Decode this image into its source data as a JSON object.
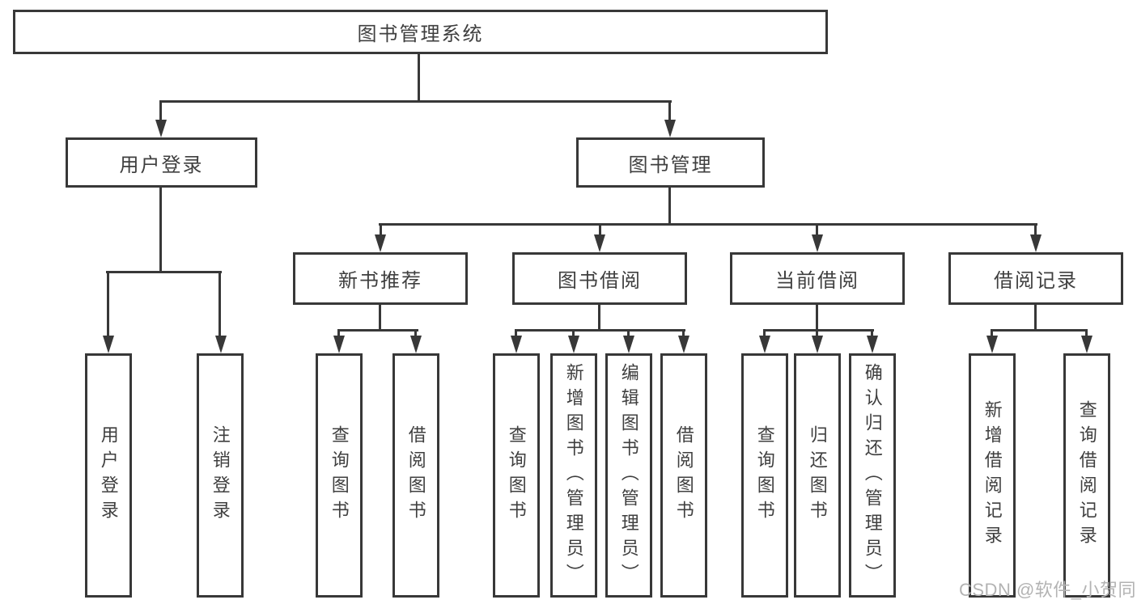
{
  "nodes": {
    "root": {
      "label": "图书管理系统"
    },
    "user_login": {
      "label": "用户登录"
    },
    "book_mgmt": {
      "label": "图书管理"
    },
    "new_book_rec": {
      "label": "新书推荐"
    },
    "book_borrow": {
      "label": "图书借阅"
    },
    "current_borrow": {
      "label": "当前借阅"
    },
    "borrow_record": {
      "label": "借阅记录"
    },
    "leaf_user_login": {
      "label": "用户登录"
    },
    "leaf_logout": {
      "label": "注销登录"
    },
    "leaf_nbr_query": {
      "label": "查询图书"
    },
    "leaf_nbr_borrow": {
      "label": "借阅图书"
    },
    "leaf_bb_query": {
      "label": "查询图书"
    },
    "leaf_bb_add": {
      "label": "新增图书（管理员）"
    },
    "leaf_bb_edit": {
      "label": "编辑图书（管理员）"
    },
    "leaf_bb_borrow": {
      "label": "借阅图书"
    },
    "leaf_cb_query": {
      "label": "查询图书"
    },
    "leaf_cb_return": {
      "label": "归还图书"
    },
    "leaf_cb_confirm": {
      "label": "确认归还（管理员）"
    },
    "leaf_br_add": {
      "label": "新增借阅记录"
    },
    "leaf_br_query": {
      "label": "查询借阅记录"
    }
  },
  "watermark": {
    "text": "CSDN @软件_小贺同学"
  },
  "colors": {
    "line": "#383838",
    "text": "#3f3f3f",
    "watermark": "#b3b3b3",
    "background": "#ffffff"
  }
}
